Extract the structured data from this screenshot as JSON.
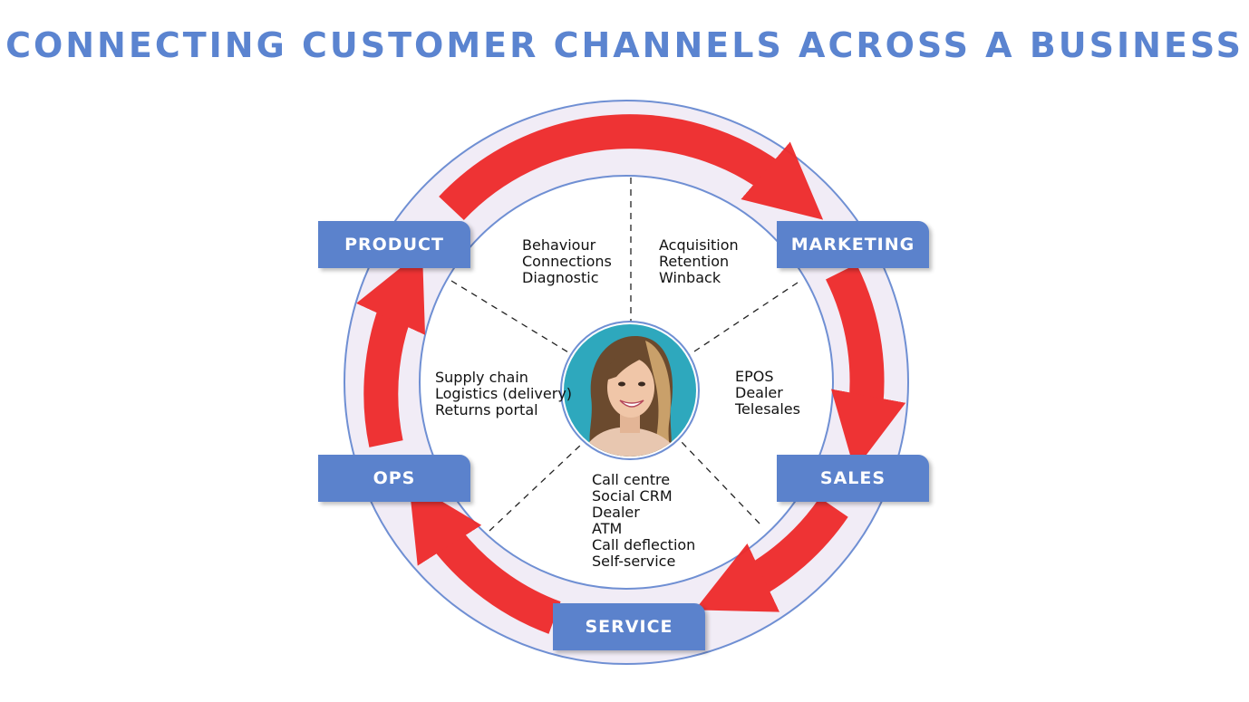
{
  "title": "CONNECTING CUSTOMER CHANNELS ACROSS A BUSINESS",
  "colors": {
    "title": "#5b84d0",
    "label_bg": "#5b82cc",
    "ring_fill": "#f1ecf6",
    "ring_stroke": "#6f8fd3",
    "arrow": "#ee2a2a",
    "avatar_bg": "#2ea8bd"
  },
  "labels": {
    "product": "PRODUCT",
    "marketing": "MARKETING",
    "ops": "OPS",
    "sales": "SALES",
    "service": "SERVICE"
  },
  "segments": {
    "product": [
      "Behaviour",
      "Connections",
      "Diagnostic"
    ],
    "marketing": [
      "Acquisition",
      "Retention",
      "Winback"
    ],
    "ops": [
      "Supply chain",
      "Logistics (delivery)",
      "Returns portal"
    ],
    "sales": [
      "EPOS",
      "Dealer",
      "Telesales"
    ],
    "service": [
      "Call centre",
      "Social CRM",
      "Dealer",
      "ATM",
      "Call deflection",
      "Self-service"
    ]
  },
  "center": {
    "icon": "customer-portrait-icon"
  }
}
